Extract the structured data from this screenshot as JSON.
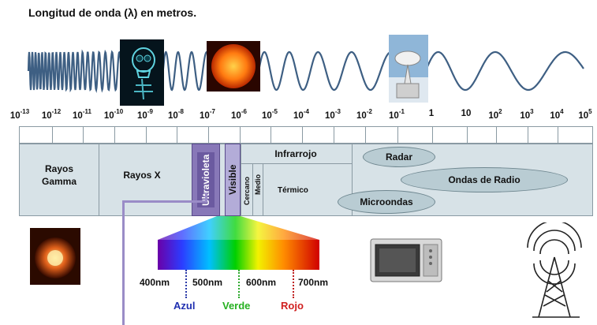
{
  "title": "Longitud de onda (λ) en metros.",
  "ticks": [
    {
      "base": "10",
      "exp": "-13"
    },
    {
      "base": "10",
      "exp": "-12"
    },
    {
      "base": "10",
      "exp": "-11"
    },
    {
      "base": "10",
      "exp": "-10"
    },
    {
      "base": "10",
      "exp": "-9"
    },
    {
      "base": "10",
      "exp": "-8"
    },
    {
      "base": "10",
      "exp": "-7"
    },
    {
      "base": "10",
      "exp": "-6"
    },
    {
      "base": "10",
      "exp": "-5"
    },
    {
      "base": "10",
      "exp": "-4"
    },
    {
      "base": "10",
      "exp": "-3"
    },
    {
      "base": "10",
      "exp": "-2"
    },
    {
      "base": "10",
      "exp": "-1"
    },
    {
      "base": "1",
      "exp": ""
    },
    {
      "base": "10",
      "exp": ""
    },
    {
      "base": "10",
      "exp": "2"
    },
    {
      "base": "10",
      "exp": "3"
    },
    {
      "base": "10",
      "exp": "4"
    },
    {
      "base": "10",
      "exp": "5"
    }
  ],
  "regions": {
    "gamma_line1": "Rayos",
    "gamma_line2": "Gamma",
    "xray": "Rayos X",
    "uv": "Ultravioleta",
    "visible": "Visible",
    "infrared": "Infrarrojo",
    "near": "Cercano",
    "medium": "Medio",
    "thermal": "Térmico",
    "radar": "Radar",
    "radio": "Ondas de Radio",
    "microwave": "Microondas"
  },
  "spectrum": {
    "nm400": "400nm",
    "nm500": "500nm",
    "nm600": "600nm",
    "nm700": "700nm",
    "blue": "Azul",
    "green": "Verde",
    "red": "Rojo"
  },
  "icons": [
    "skull-xray-icon",
    "sun-icon",
    "radar-dish-icon",
    "nuclear-explosion-icon",
    "microwave-oven-icon",
    "radio-tower-icon"
  ]
}
